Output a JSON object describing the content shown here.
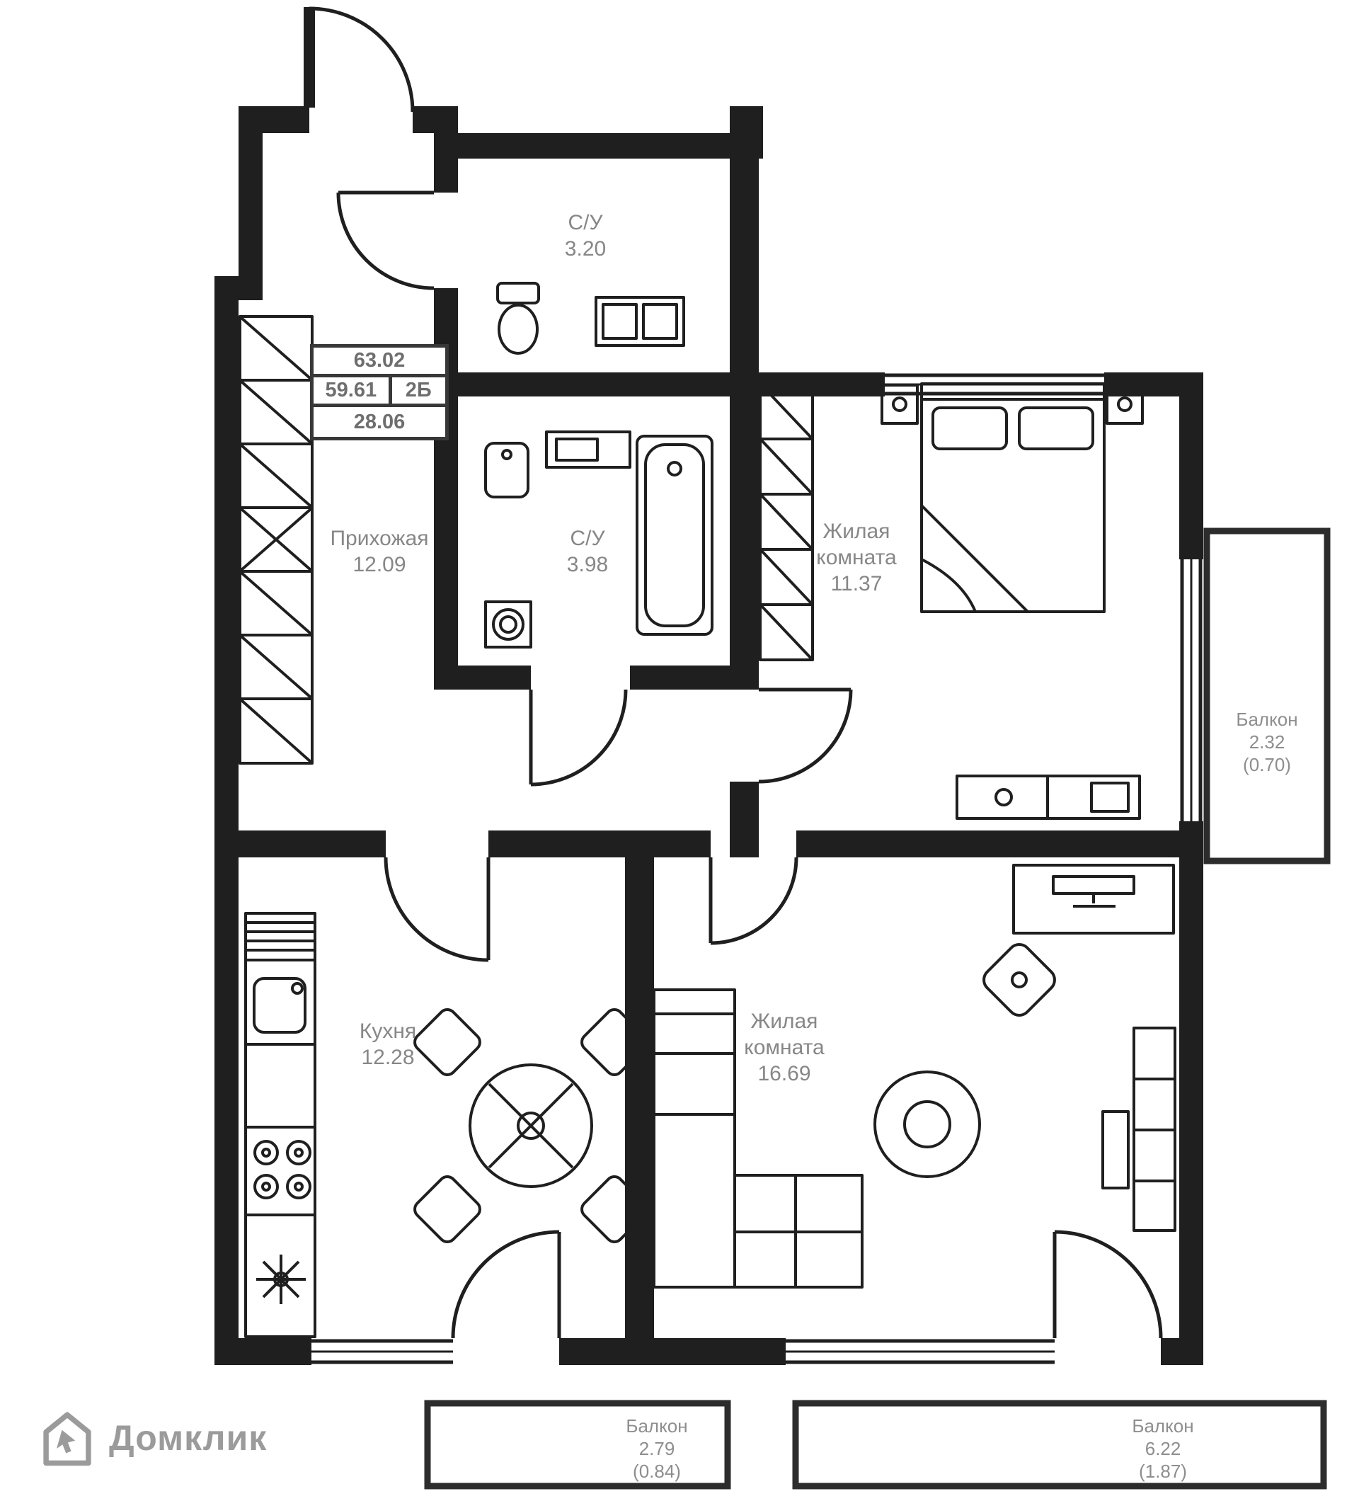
{
  "document": {
    "type": "apartment-floor-plan"
  },
  "stamp": {
    "total_area": "63.02",
    "living_area": "59.61",
    "unit_type": "2Б",
    "third_value": "28.06"
  },
  "rooms": {
    "su_top": {
      "name": "С/У",
      "area": "3.20"
    },
    "hallway": {
      "name": "Прихожая",
      "area": "12.09"
    },
    "su_mid": {
      "name": "С/У",
      "area": "3.98"
    },
    "bedroom": {
      "name_line1": "Жилая",
      "name_line2": "комната",
      "area": "11.37"
    },
    "balcony_right": {
      "name": "Балкон",
      "area": "2.32",
      "area_reduced": "(0.70)"
    },
    "kitchen": {
      "name": "Кухня",
      "area": "12.28"
    },
    "living_room": {
      "name_line1": "Жилая",
      "name_line2": "комната",
      "area": "16.69"
    },
    "balcony_bottom_left": {
      "name": "Балкон",
      "area": "2.79",
      "area_reduced": "(0.84)"
    },
    "balcony_bottom_right": {
      "name": "Балкон",
      "area": "6.22",
      "area_reduced": "(1.87)"
    }
  },
  "branding": {
    "logo_text": "Домклик"
  },
  "colors": {
    "wall": "#1f1f1f",
    "label": "#878787",
    "logo": "#9b9b9b",
    "balcony": "#2c2c2c"
  }
}
